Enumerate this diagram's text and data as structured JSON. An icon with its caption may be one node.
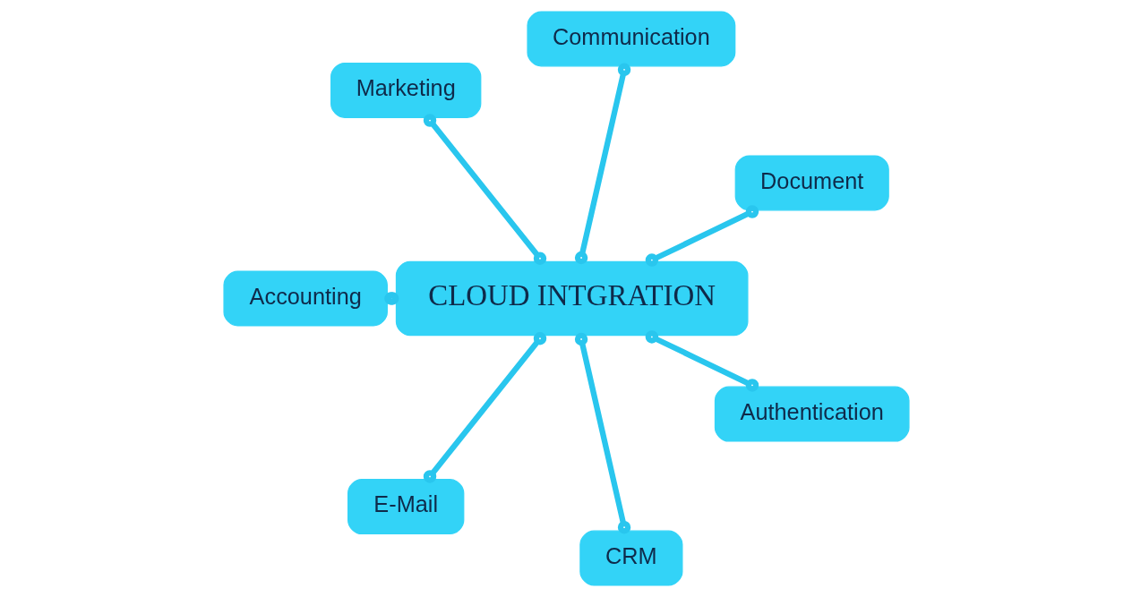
{
  "diagram": {
    "nodes": [
      {
        "text": [
          "Document"
        ]
      },
      {
        "text": [
          "Communication"
        ]
      },
      {
        "text": [
          "CLOUD INTGRATION"
        ]
      },
      {
        "text": [
          "Marketing"
        ]
      },
      {
        "text": [
          "Accounting"
        ]
      },
      {
        "text": [
          "E-Mail"
        ]
      },
      {
        "text": [
          "CRM"
        ]
      },
      {
        "text": [
          "Authentication"
        ]
      }
    ],
    "edges": [
      {
        "from": 2,
        "to": 0,
        "arrow": "other"
      },
      {
        "from": 2,
        "to": 1,
        "arrow": "other"
      },
      {
        "from": 2,
        "to": 3,
        "arrow": "other"
      },
      {
        "from": 2,
        "to": 4,
        "arrow": "other"
      },
      {
        "from": 2,
        "to": 6,
        "arrow": "other"
      },
      {
        "from": 2,
        "to": 7,
        "arrow": "other"
      },
      {
        "from": 2,
        "to": 5,
        "arrow": "other"
      }
    ]
  }
}
